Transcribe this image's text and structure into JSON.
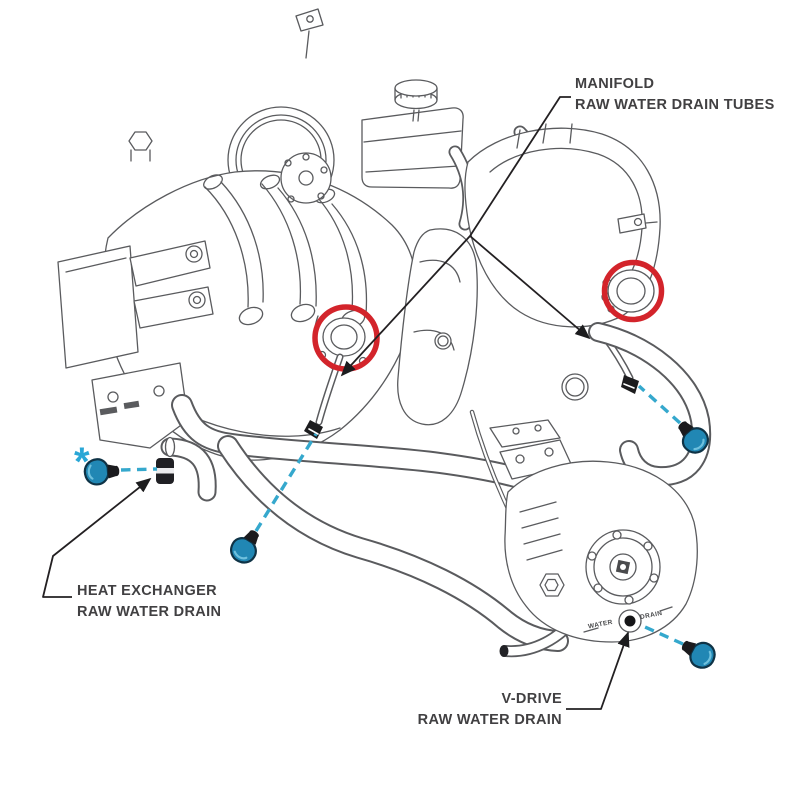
{
  "figure": {
    "description": "Marine engine line-art service diagram showing raw water drain locations",
    "drain_plug_count": 4,
    "highlighted_ports": 2
  },
  "callouts": {
    "manifold": {
      "line1": "MANIFOLD",
      "line2": "RAW WATER DRAIN TUBES"
    },
    "heat_exchanger": {
      "asterisk": "*",
      "line1": "HEAT EXCHANGER",
      "line2": "RAW WATER DRAIN"
    },
    "v_drive": {
      "line1": "V-DRIVE",
      "line2": "RAW WATER DRAIN"
    }
  },
  "engine_markings": {
    "water": "WATER",
    "drain": "DRAIN"
  },
  "colors": {
    "highlight_circle_red": "#d3242b",
    "drain_plug_teal": "#2187b4",
    "drain_plug_outline": "#0f3346",
    "dashed_line_cyan": "#35a8cd",
    "asterisk_blue": "#2aa7d6",
    "line_art_gray": "#5a5b5e",
    "label_text_gray": "#414042",
    "leader_line_black": "#232022"
  }
}
